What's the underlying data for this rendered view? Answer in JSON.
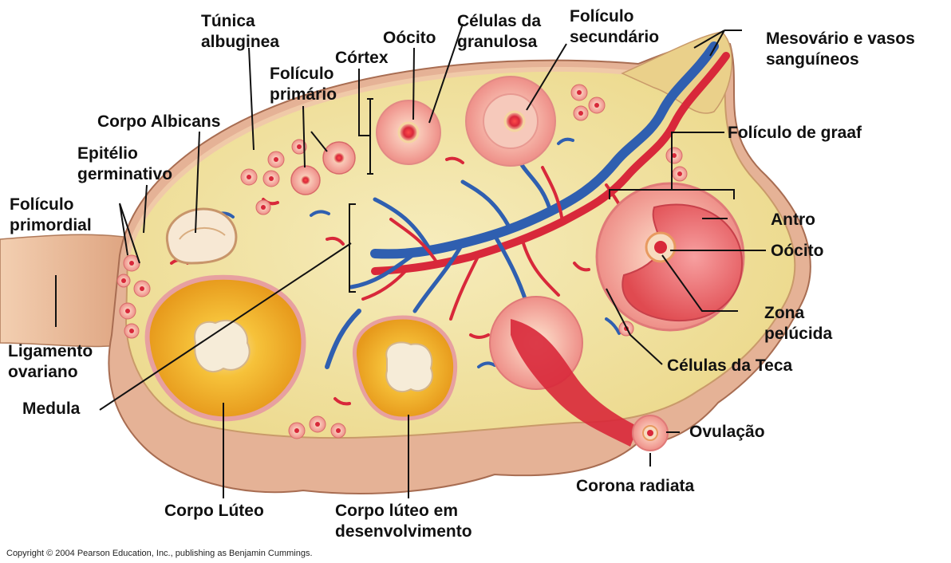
{
  "labels": {
    "tunica": [
      "Túnica",
      "albuginea"
    ],
    "oocito_top": "Oócito",
    "granulosa": [
      "Células da",
      "granulosa"
    ],
    "foliculo_secundario": [
      "Folículo",
      "secundário"
    ],
    "mesovario": [
      "Mesovário e vasos",
      "sanguíneos"
    ],
    "cortex": "Córtex",
    "foliculo_primario": [
      "Folículo",
      "primário"
    ],
    "corpo_albicans": "Corpo Albicans",
    "epitelio": [
      "Epitélio",
      "germinativo"
    ],
    "foliculo_primordial": [
      "Folículo",
      "primordial"
    ],
    "foliculo_graaf": "Folículo de graaf",
    "antro": "Antro",
    "oocito_right": "Oócito",
    "zona_pelucida": [
      "Zona",
      "pelúcida"
    ],
    "ligamento": [
      "Ligamento",
      "ovariano"
    ],
    "medula": "Medula",
    "celulas_teca": "Células da Teca",
    "ovulacao": "Ovulação",
    "corona": "Corona radiata",
    "corpo_luteo": "Corpo Lúteo",
    "corpo_luteo_dev": [
      "Corpo lúteo em",
      "desenvolvimento"
    ]
  },
  "copyright": "Copyright © 2004 Pearson Education, Inc., publishing as Benjamin Cummings.",
  "colors": {
    "stroma": "#f2e6a6",
    "capsule": "#e8b9a0",
    "ligament": "#e3b08e",
    "artery": "#d8283a",
    "vein": "#2f5fb0",
    "follicle": "#f4a8a0",
    "luteum": "#f2b928",
    "antrum": "#ea5a5c",
    "oocyte": "#d8283a"
  },
  "icons": [
    "artery-icon",
    "vein-icon"
  ]
}
